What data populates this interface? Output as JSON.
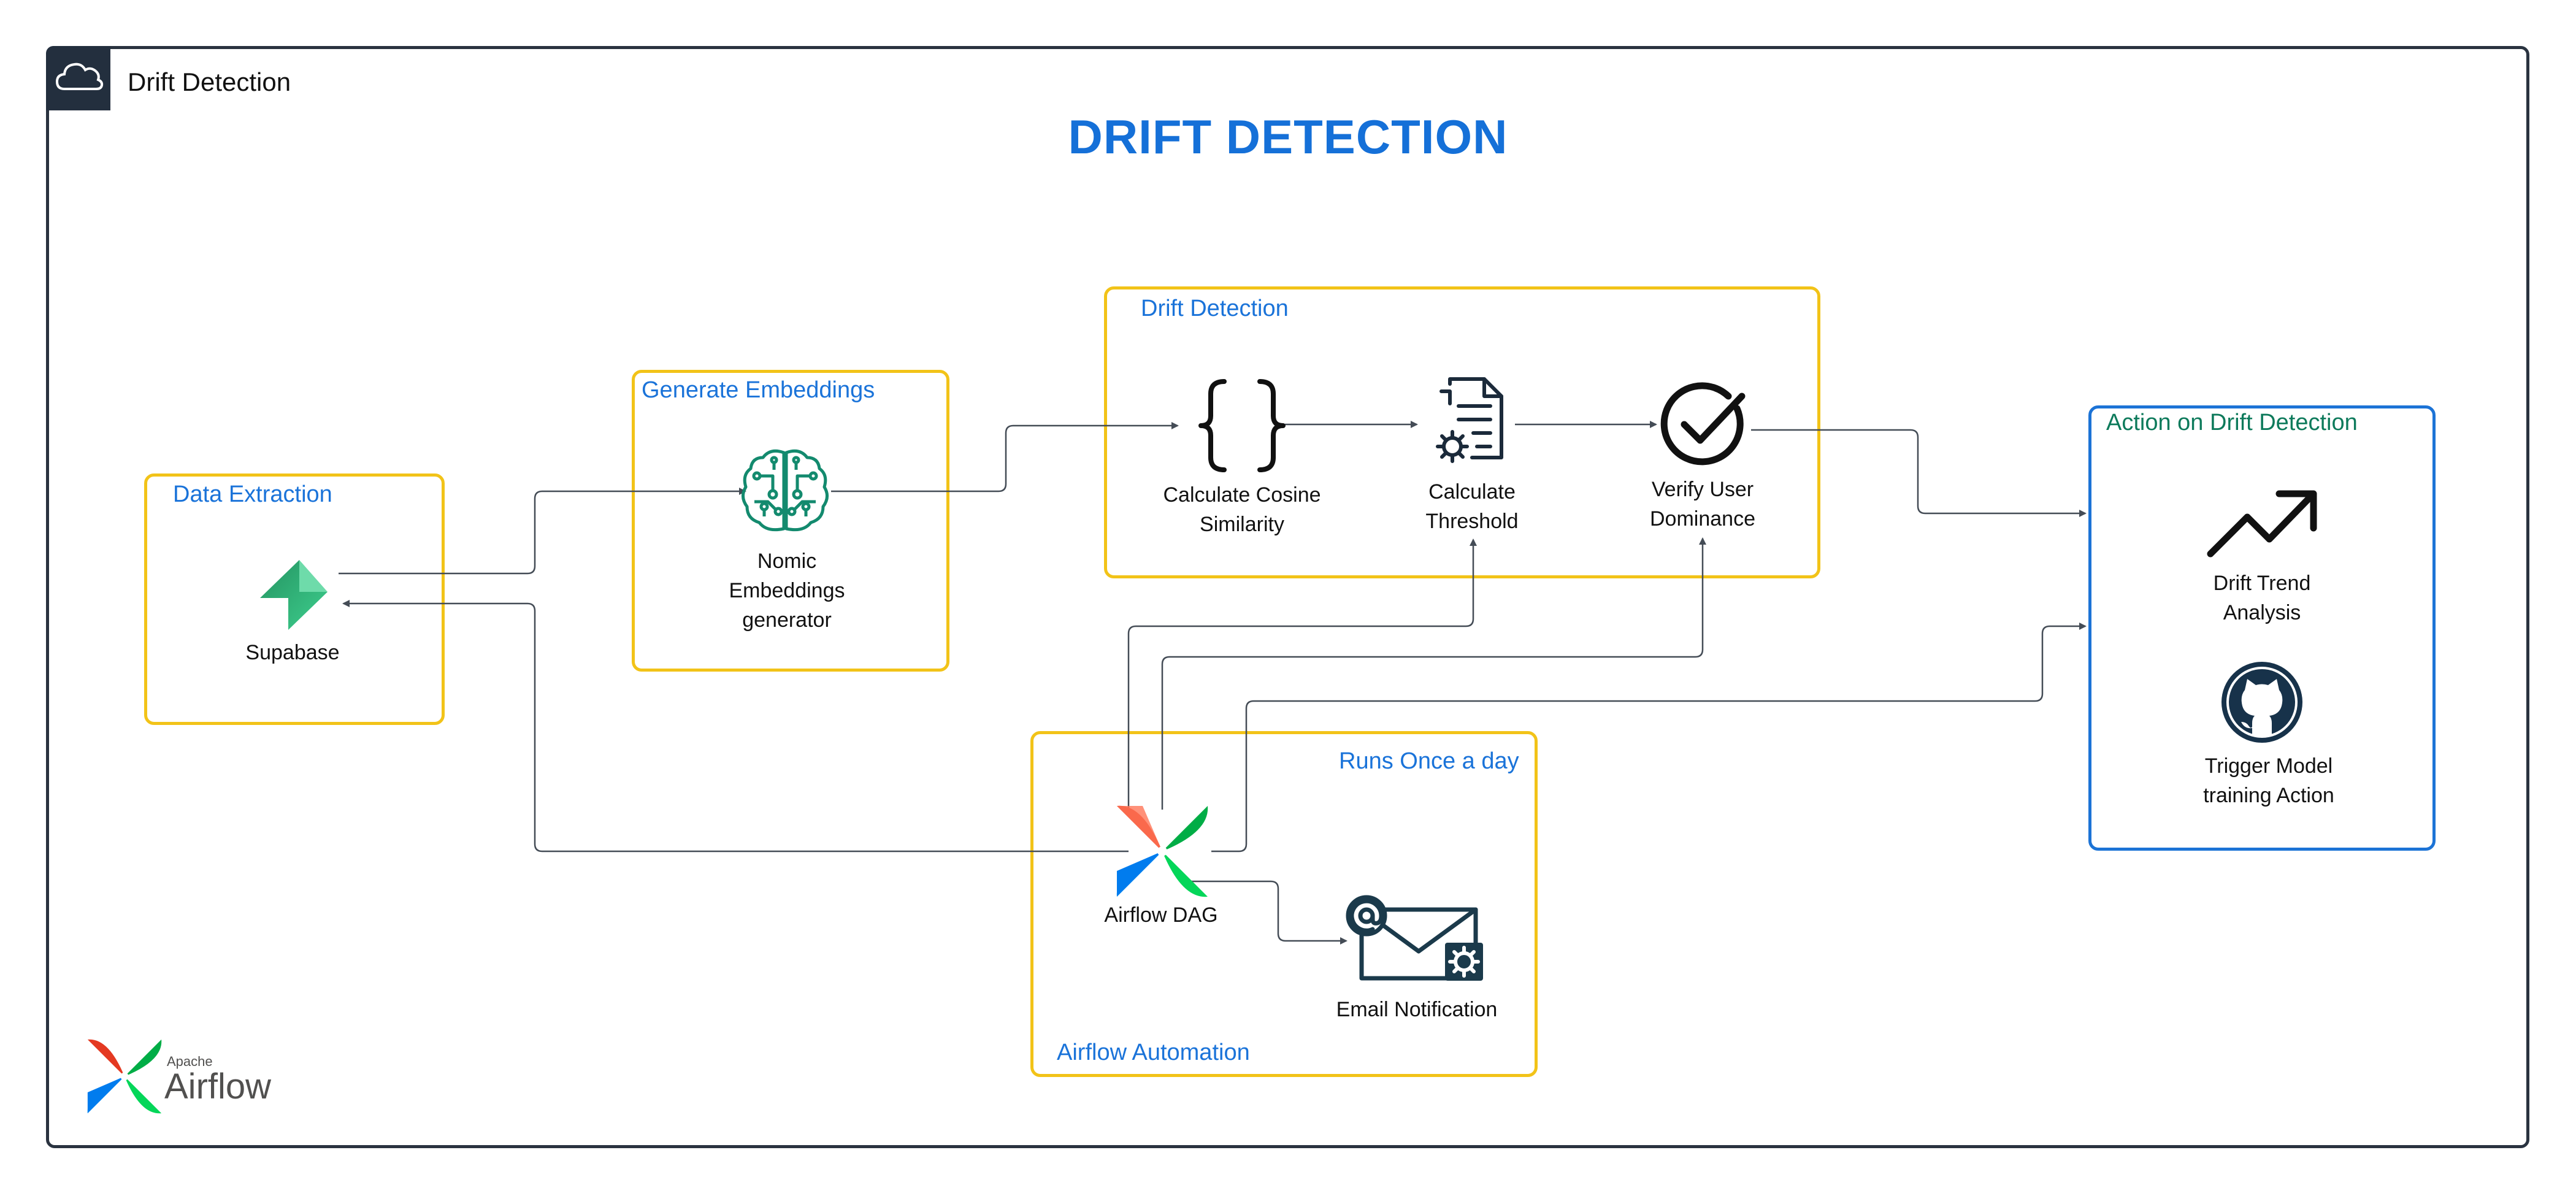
{
  "frame": {
    "label": "Drift Detection",
    "icon": "cloud-icon"
  },
  "title": "DRIFT DETECTION",
  "groups": {
    "data_extraction": "Data Extraction",
    "generate_embeddings": "Generate Embeddings",
    "drift_detection": "Drift Detection",
    "action": "Action on Drift Detection",
    "runs": "Runs Once a day",
    "automation": "Airflow Automation"
  },
  "nodes": {
    "supabase": "Supabase",
    "nomic": [
      "Nomic",
      "Embeddings",
      "generator"
    ],
    "cosine": [
      "Calculate Cosine",
      "Similarity"
    ],
    "threshold": [
      "Calculate",
      "Threshold"
    ],
    "dominance": [
      "Verify User",
      "Dominance"
    ],
    "trend": [
      "Drift Trend",
      "Analysis"
    ],
    "trigger": [
      "Trigger Model",
      "training Action"
    ],
    "airflow_dag": "Airflow DAG",
    "email": "Email Notification"
  },
  "logo": {
    "top": "Apache",
    "bottom": "Airflow"
  },
  "colors": {
    "accent": "#1570d8",
    "yellow": "#f2c318",
    "blue": "#1c73d6",
    "teal": "#0d7a5b",
    "edge": "#444c56"
  }
}
